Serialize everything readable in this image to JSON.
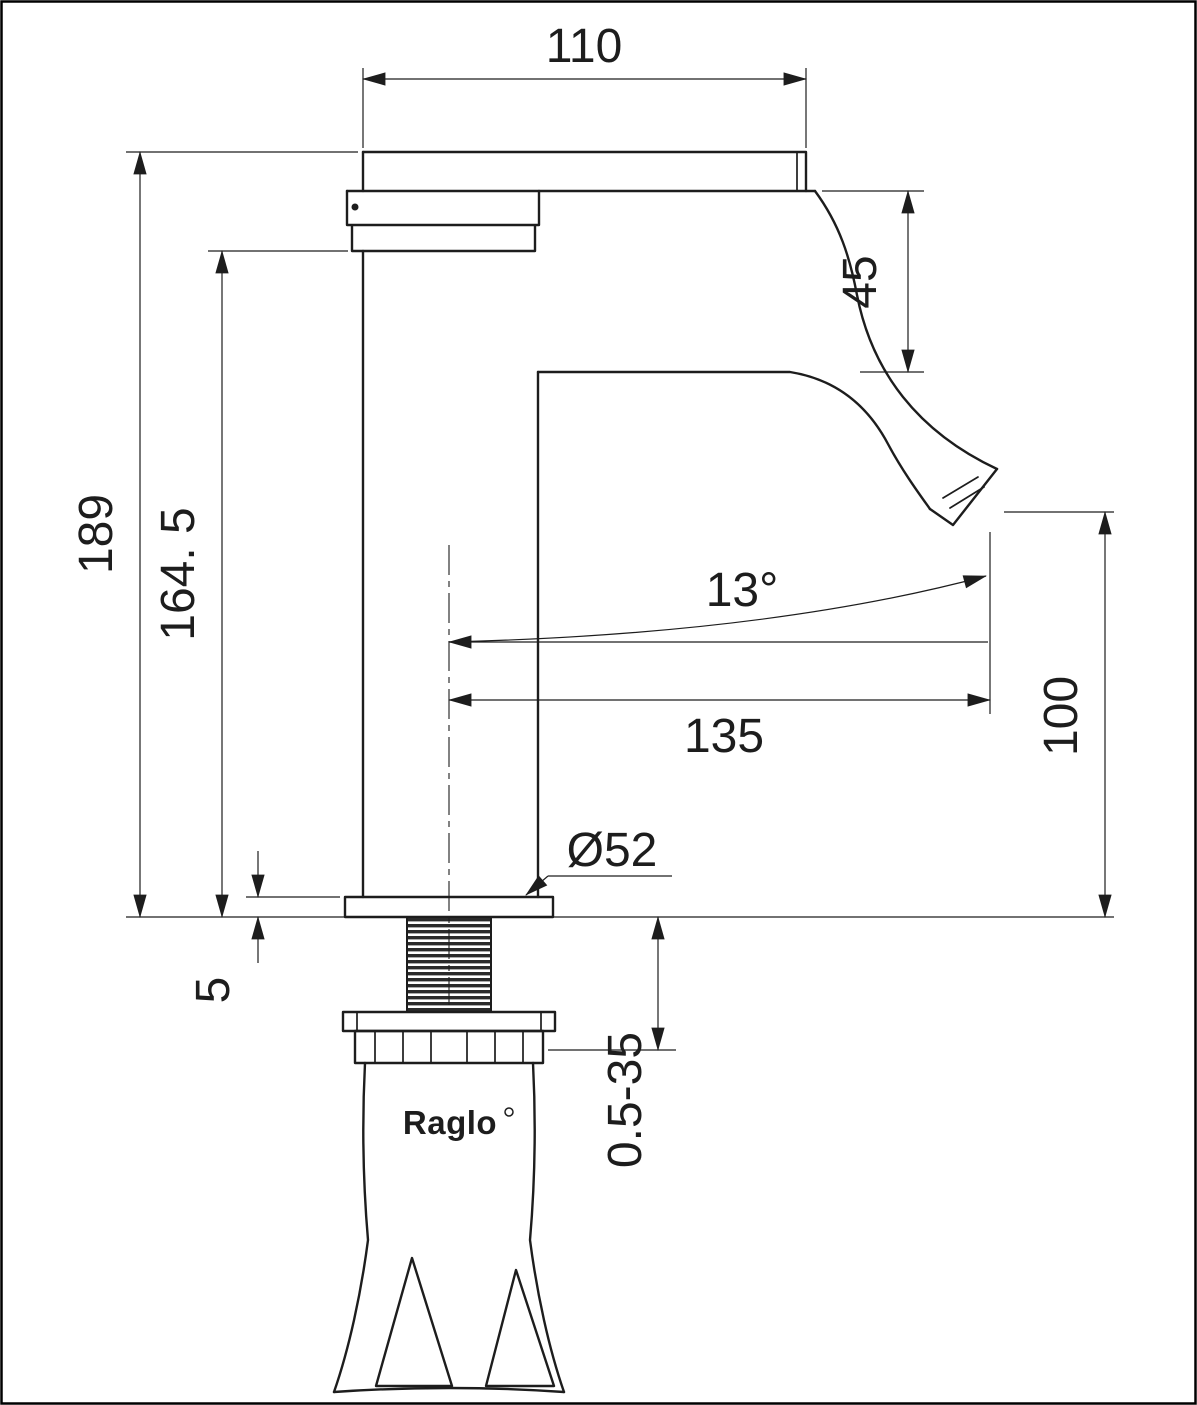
{
  "drawing": {
    "brand": "Raglo",
    "ink_color": "#1d1d1d",
    "dims": {
      "total_width": "110",
      "spout_body_height": "45",
      "overall_height": "189",
      "base_to_spout_height": "164. 5",
      "spout_angle": "13°",
      "spout_reach": "135",
      "outlet_height": "100",
      "base_diameter": "Ø52",
      "base_plate_thickness": "5",
      "mounting_thickness_range": "0.5-35"
    }
  }
}
